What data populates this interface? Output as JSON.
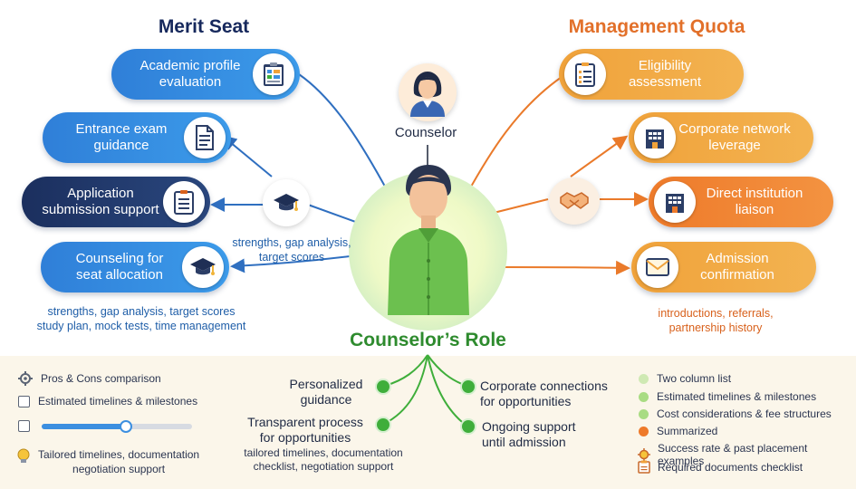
{
  "merit": {
    "title": "Merit Seat",
    "items": [
      {
        "label": "Academic profile\nevaluation"
      },
      {
        "label": "Entrance exam\nguidance"
      },
      {
        "label": "Application\nsubmission support"
      },
      {
        "label": "Counseling for\nseat allocation"
      }
    ],
    "center_note": "strengths, gap analysis,\ntarget scores",
    "bottom_note": "strengths, gap analysis, target scores\nstudy plan, mock tests, time management"
  },
  "management": {
    "title": "Management Quota",
    "items": [
      {
        "label": "Eligibility\nassessment"
      },
      {
        "label": "Corporate network\nleverage"
      },
      {
        "label": "Direct institution\nliaison"
      },
      {
        "label": "Admission\nconfirmation"
      }
    ],
    "bottom_note": "introductions, referrals,\npartnership history"
  },
  "counselor": {
    "label": "Counselor",
    "role_title": "Counselor’s Role",
    "left_items": [
      {
        "label": "Personalized\nguidance"
      },
      {
        "label": "Transparent process\nfor opportunities"
      }
    ],
    "left_sub": "tailored timelines, documentation\nchecklist, negotiation support",
    "right_items": [
      {
        "label": "Corporate connections\nfor opportunities"
      },
      {
        "label": "Ongoing support\nuntil admission"
      }
    ]
  },
  "left_legend": {
    "items": [
      {
        "label": "Pros & Cons comparison",
        "icon": "gear-icon"
      },
      {
        "label": "Estimated timelines & milestones",
        "icon": "checkbox"
      },
      {
        "label": "",
        "icon": "checkbox"
      }
    ],
    "slider_fraction": 0.56,
    "bottom_item": {
      "label": "Tailored timelines, documentation\nnegotiation support",
      "icon": "lightbulb-icon"
    }
  },
  "right_legend": {
    "items": [
      {
        "label": "Two column list",
        "color": "#cfe9b3"
      },
      {
        "label": "Estimated timelines & milestones",
        "color": "#a9dc83"
      },
      {
        "label": "Cost considerations & fee structures",
        "color": "#a9dc83"
      },
      {
        "label": "Summarized",
        "color": "#ee7a2a"
      },
      {
        "label": "Success rate & past placement examples",
        "color": "#f0a23a"
      },
      {
        "label": "Required documents checklist",
        "color": "#f0a23a"
      }
    ]
  },
  "colors": {
    "merit_blue": "#2f7fd8",
    "merit_navy": "#1b2f5e",
    "mgmt_orange": "#f0a23a",
    "mgmt_orange_dark": "#ee7a2a",
    "role_green": "#2e8b2e"
  }
}
